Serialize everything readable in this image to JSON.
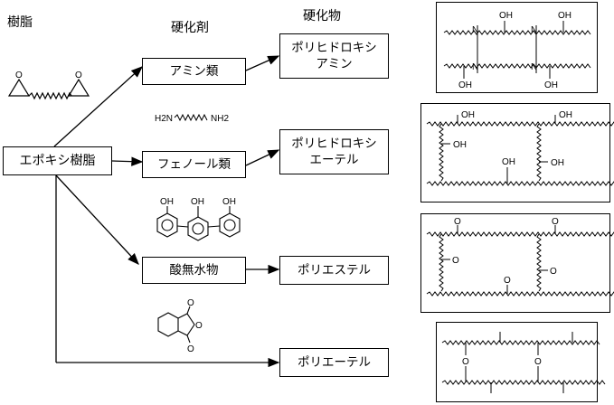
{
  "headers": {
    "resin": "樹脂",
    "hardener": "硬化剤",
    "cured": "硬化物"
  },
  "source": "エポキシ樹脂",
  "hardeners": [
    {
      "label": "アミン類"
    },
    {
      "label": "フェノール類"
    },
    {
      "label": "酸無水物"
    }
  ],
  "products": [
    {
      "line1": "ポリヒドロキシ",
      "line2": "アミン"
    },
    {
      "line1": "ポリヒドロキシ",
      "line2": "エーテル"
    },
    {
      "line1": "ポリエステル",
      "line2": ""
    },
    {
      "line1": "ポリエーテル",
      "line2": ""
    }
  ],
  "chem_labels": {
    "nh2_left": "H2N",
    "nh2_right": "NH2",
    "oh": "OH",
    "n": "N",
    "o": "O"
  }
}
